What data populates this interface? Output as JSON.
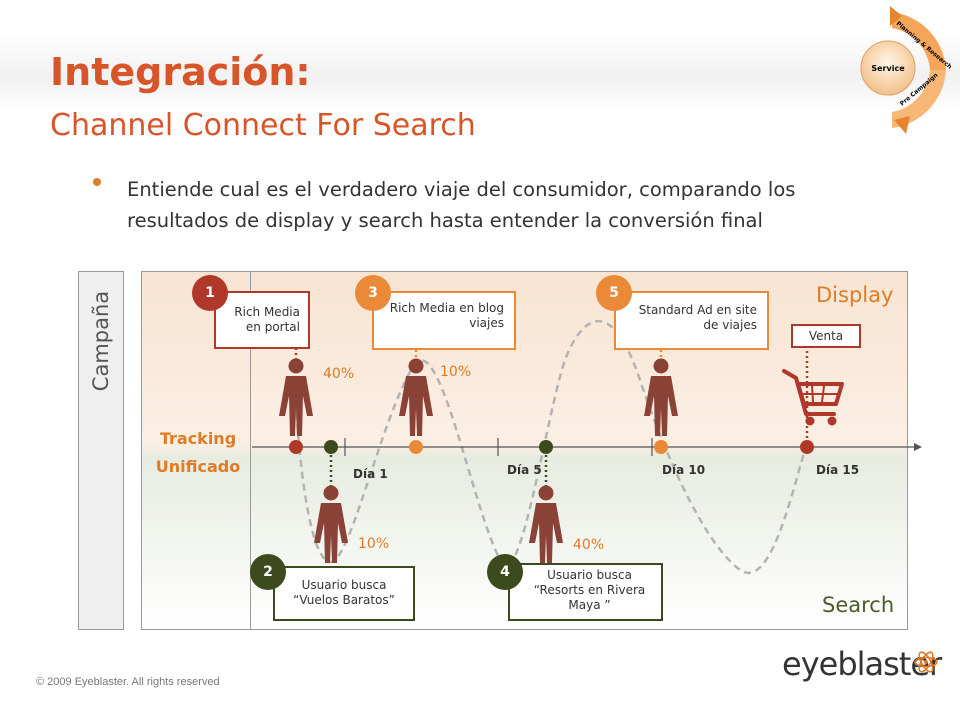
{
  "title": "Integración:",
  "subtitle": "Channel Connect For Search",
  "bullet": "Entiende cual es el verdadero viaje del consumidor, comparando los resultados de display y search hasta entender la conversión final",
  "cycle": {
    "center": "Service",
    "top": "Planning & Research",
    "bottom": "Pre Campaign"
  },
  "side_label": "Campaña",
  "zones": {
    "display": "Display",
    "search": "Search"
  },
  "tracking": "Tracking Unificado",
  "steps": [
    {
      "number": "1",
      "text": "Rich Media en portal",
      "color": "#b0382a"
    },
    {
      "number": "2",
      "text": "Usuario busca “Vuelos Baratos”",
      "color": "#3c4a1e"
    },
    {
      "number": "3",
      "text": "Rich Media en blog viajes",
      "color": "#ea8a38"
    },
    {
      "number": "4",
      "text": "Usuario busca “Resorts en Rivera Maya ”",
      "color": "#3c4a1e"
    },
    {
      "number": "5",
      "text": "Standard Ad en site de viajes",
      "color": "#ea8a38"
    }
  ],
  "sale_label": "Venta",
  "percentages": [
    "40%",
    "10%",
    "10%",
    "40%"
  ],
  "days": [
    "Día 1",
    "Día 5",
    "Día 10",
    "Día 15"
  ],
  "copyright": "© 2009 Eyeblaster. All rights reserved",
  "logo": "eyeblaster",
  "colors": {
    "accent": "#d8552a",
    "orange": "#ea8a38",
    "red": "#b0382a",
    "green": "#3c4a1e"
  }
}
